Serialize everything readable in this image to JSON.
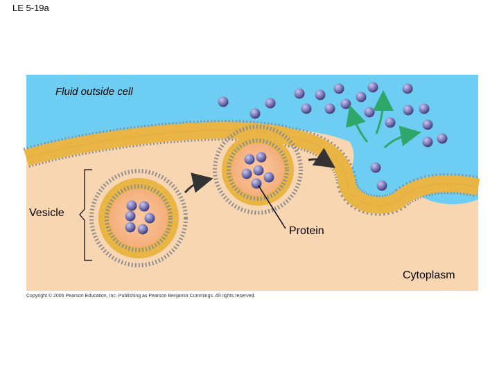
{
  "slide_label": "LE 5-19a",
  "labels": {
    "fluid_outside": "Fluid outside cell",
    "vesicle": "Vesicle",
    "protein": "Protein",
    "cytoplasm": "Cytoplasm"
  },
  "copyright": "Copyright © 2005 Pearson Education, Inc. Publishing as Pearson Benjamin Cummings. All rights reserved.",
  "colors": {
    "fluid": "#6ecdf2",
    "cytoplasm": "#f8d6b2",
    "membrane_core": "#e9b545",
    "phospholipid_head": "#8e8e8e",
    "vesicle_interior": "#f6b98c",
    "protein": "#7f7dbb",
    "arrow_dark": "#333333",
    "arrow_green": "#2fa66a"
  },
  "icons": [
    "protein-molecule-icon",
    "diffusion-arrow-icon",
    "movement-arrow-icon",
    "label-pointer-line"
  ]
}
